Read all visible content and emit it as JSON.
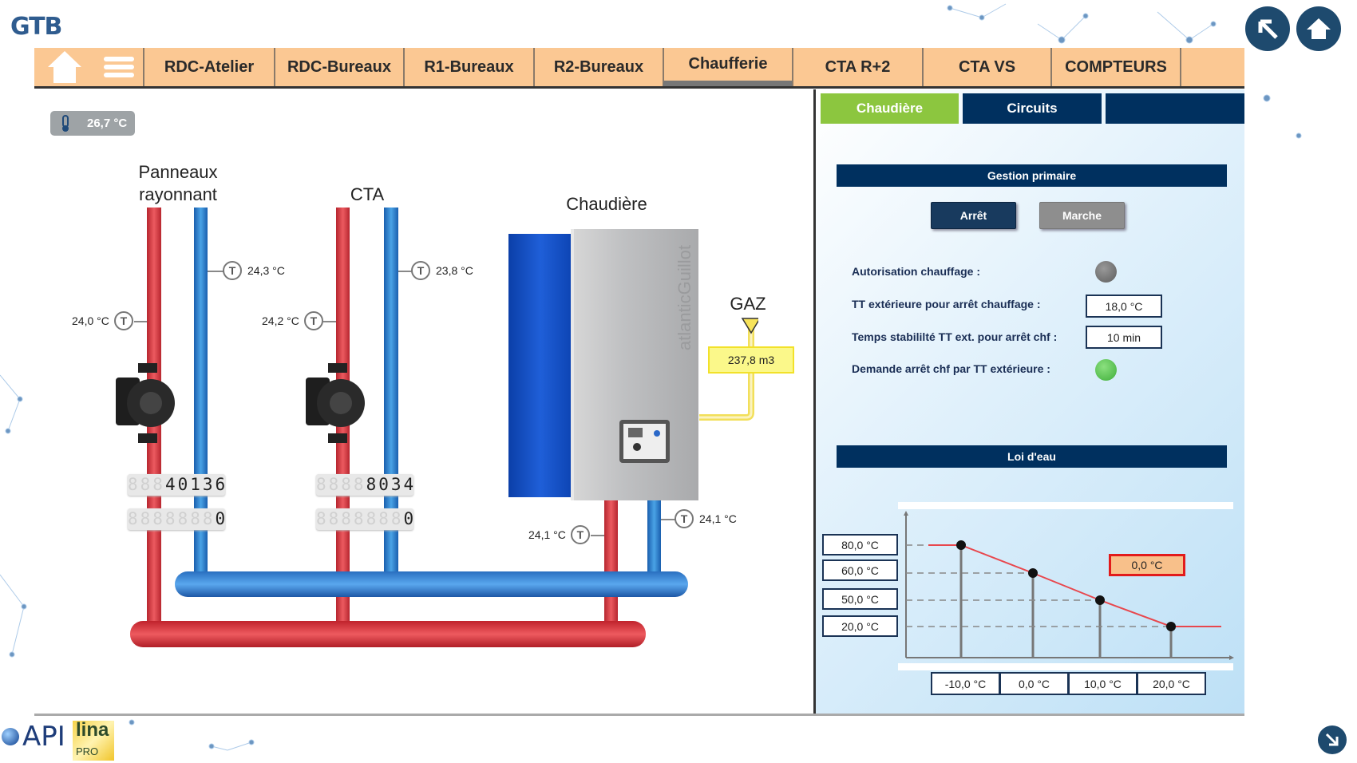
{
  "app": {
    "title": "GTB"
  },
  "nav": {
    "tabs": [
      "RDC-Atelier",
      "RDC-Bureaux",
      "R1-Bureaux",
      "R2-Bureaux",
      "Chaufferie",
      "CTA R+2",
      "CTA VS",
      "COMPTEURS"
    ],
    "active": "Chaufferie"
  },
  "ambient": {
    "temperature": "26,7 °C"
  },
  "diagram": {
    "panneaux": {
      "label1": "Panneaux",
      "label2": "rayonnant",
      "t_return": "24,3 °C",
      "t_supply": "24,0 °C",
      "meter1": "40136",
      "meter1_ghost": "888",
      "meter2": "0",
      "meter2_ghost": "8888888"
    },
    "cta": {
      "label": "CTA",
      "t_return": "23,8 °C",
      "t_supply": "24,2 °C",
      "meter1": "8034",
      "meter1_ghost": "8888",
      "meter2": "0",
      "meter2_ghost": "8888888"
    },
    "chaudiere": {
      "label": "Chaudière",
      "t_supply": "24,1 °C",
      "t_return": "24,1 °C",
      "brand": "atlanticGuillot"
    },
    "gaz": {
      "label": "GAZ",
      "volume": "237,8 m3"
    }
  },
  "panel": {
    "tabs": [
      "Chaudière",
      "Circuits",
      ""
    ],
    "gestion": {
      "title": "Gestion primaire",
      "stop": "Arrêt",
      "run": "Marche",
      "rows": [
        {
          "label": "Autorisation chauffage :",
          "state": "off"
        },
        {
          "label": "TT extérieure pour arrêt chauffage :",
          "value": "18,0 °C"
        },
        {
          "label": "Temps stabililté TT ext. pour arrêt chf :",
          "value": "10 min"
        },
        {
          "label": "Demande arrêt chf par TT extérieure :",
          "state": "on"
        }
      ]
    },
    "loi": {
      "title": "Loi d'eau"
    }
  },
  "chart_data": {
    "type": "line",
    "title": "Loi d'eau",
    "x": [
      -10,
      0,
      10,
      20
    ],
    "x_labels": [
      "-10,0 °C",
      "0,0 °C",
      "10,0 °C",
      "20,0 °C"
    ],
    "y": [
      80,
      60,
      50,
      20
    ],
    "y_labels": [
      "80,0 °C",
      "60,0 °C",
      "50,0 °C",
      "20,0 °C"
    ],
    "current_outdoor": "0,0 °C",
    "xlabel": "",
    "ylabel": ""
  },
  "colors": {
    "nav": "#fbc893",
    "active_tab": "#8cc63f",
    "dark": "#00305f",
    "led_on": "#4cb848",
    "led_off": "#6b6b6b"
  }
}
